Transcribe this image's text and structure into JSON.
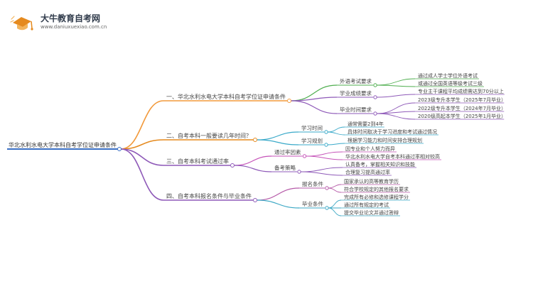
{
  "brand": {
    "name": "大牛教育自考网",
    "url": "www.daniuxuexiao.com.cn",
    "accent": "#e58a1f"
  },
  "mindmap": {
    "root": "华北水利水电大学本科自考学位证申请条件",
    "branches": [
      {
        "label": "一、华北水利水电大学本科自考学位证申请条件",
        "color": "#f29a3c",
        "children": [
          {
            "label": "外语考试要求",
            "color": "#4fae4f",
            "leaves": [
              "通过成人学士学位外语考试",
              "或通过全国英语等级考试三级"
            ]
          },
          {
            "label": "学业成绩要求",
            "color": "#8e59b8",
            "leaves": [
              "专业主干课程平均成绩需达到70分以上"
            ]
          },
          {
            "label": "毕业时间要求",
            "color": "#8e59b8",
            "leaves": [
              "2023级专升本学生（2025年7月毕业）",
              "2022级专升本学生（2024年7月毕业）",
              "2020级高起本学生（2025年1月毕业）"
            ]
          }
        ]
      },
      {
        "label": "二、自考本科一般要读几年时间？",
        "color": "#e58a1f",
        "children": [
          {
            "label": "学习时间",
            "color": "#39a9c9",
            "leaves": [
              "通常需要2到4年",
              "具体时间取决于学习进度和考试通过情况"
            ]
          },
          {
            "label": "学习规划",
            "color": "#39a9c9",
            "leaves": [
              "根据学习能力和时间安排合理规划"
            ]
          }
        ]
      },
      {
        "label": "三、自考本科考试通过率",
        "color": "#8e59b8",
        "children": [
          {
            "label": "通过率因素",
            "color": "#c552b8",
            "leaves": [
              "因专业和个人努力而异",
              "华北水利水电大学自考本科通过率相对较高"
            ]
          },
          {
            "label": "备考策略",
            "color": "#8e59b8",
            "leaves": [
              "认真备考，掌握相关知识和技能",
              "合理复习提高通过率"
            ]
          }
        ]
      },
      {
        "label": "四、自考本科报名条件与毕业条件",
        "color": "#8e59b8",
        "children": [
          {
            "label": "报名条件",
            "color": "#b65aa8",
            "leaves": [
              "国家承认的高等教育学历",
              "符合学校规定的其他报名要求"
            ]
          },
          {
            "label": "毕业条件",
            "color": "#3aa7c4",
            "leaves": [
              "完成所有必修和选修课程学分",
              "通过所有规定的考试",
              "提交毕业论文并通过答辩"
            ]
          }
        ]
      }
    ]
  }
}
